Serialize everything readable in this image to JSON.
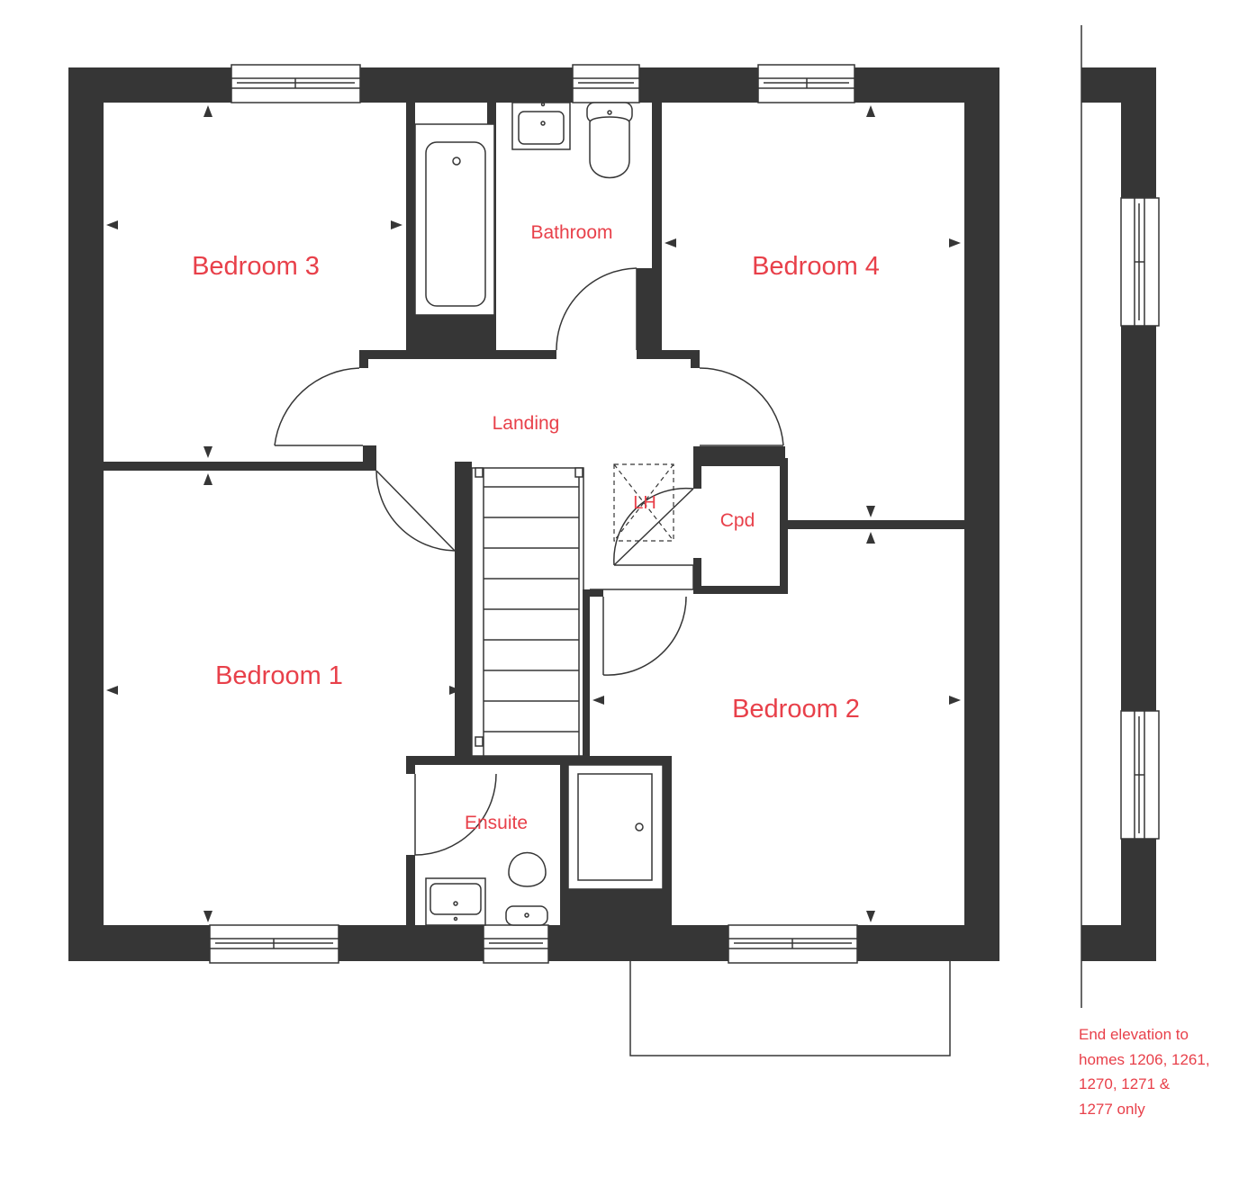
{
  "rooms": {
    "bedroom3": "Bedroom 3",
    "bathroom": "Bathroom",
    "bedroom4": "Bedroom 4",
    "landing": "Landing",
    "lh": "LH",
    "cpd": "Cpd",
    "bedroom1": "Bedroom 1",
    "bedroom2": "Bedroom 2",
    "ensuite": "Ensuite"
  },
  "note": {
    "lines": [
      "End elevation to",
      "homes 1206, 1261,",
      "1270, 1271 &",
      "1277 only"
    ]
  },
  "colors": {
    "wall": "#363636",
    "label": "#e8404a"
  }
}
